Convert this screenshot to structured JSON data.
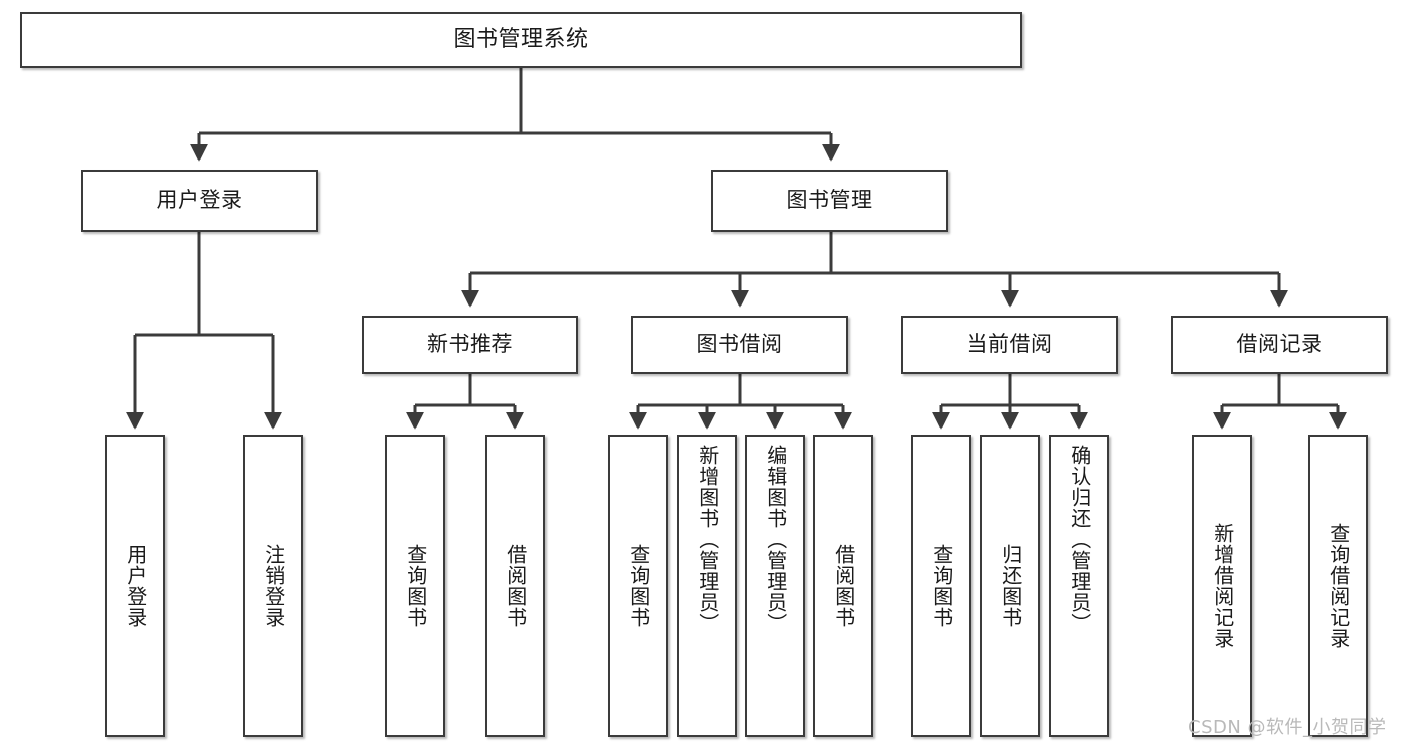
{
  "diagram": {
    "title": "图书管理系统",
    "type": "tree-hierarchy-chart",
    "root": {
      "id": "root",
      "label": "图书管理系统"
    },
    "level2": [
      {
        "id": "user-login",
        "label": "用户登录"
      },
      {
        "id": "book-management",
        "label": "图书管理"
      }
    ],
    "level3": [
      {
        "id": "new-book-recommend",
        "label": "新书推荐",
        "parent": "book-management"
      },
      {
        "id": "book-borrow",
        "label": "图书借阅",
        "parent": "book-management"
      },
      {
        "id": "current-borrow",
        "label": "当前借阅",
        "parent": "book-management"
      },
      {
        "id": "borrow-record",
        "label": "借阅记录",
        "parent": "book-management"
      }
    ],
    "leaves": [
      {
        "id": "leaf-user-login",
        "label": "用户登录",
        "parent": "user-login"
      },
      {
        "id": "leaf-logout-login",
        "label": "注销登录",
        "parent": "user-login"
      },
      {
        "id": "leaf-query-book-1",
        "label": "查询图书",
        "parent": "new-book-recommend"
      },
      {
        "id": "leaf-borrow-book-1",
        "label": "借阅图书",
        "parent": "new-book-recommend"
      },
      {
        "id": "leaf-query-book-2",
        "label": "查询图书",
        "parent": "book-borrow"
      },
      {
        "id": "leaf-add-book",
        "label": "新增图书（管理员）",
        "parent": "book-borrow"
      },
      {
        "id": "leaf-edit-book",
        "label": "编辑图书（管理员）",
        "parent": "book-borrow"
      },
      {
        "id": "leaf-borrow-book-2",
        "label": "借阅图书",
        "parent": "book-borrow"
      },
      {
        "id": "leaf-query-book-3",
        "label": "查询图书",
        "parent": "current-borrow"
      },
      {
        "id": "leaf-return-book",
        "label": "归还图书",
        "parent": "current-borrow"
      },
      {
        "id": "leaf-confirm-return",
        "label": "确认归还（管理员）",
        "parent": "current-borrow"
      },
      {
        "id": "leaf-add-record",
        "label": "新增借阅记录",
        "parent": "borrow-record"
      },
      {
        "id": "leaf-query-record",
        "label": "查询借阅记录",
        "parent": "borrow-record"
      }
    ]
  },
  "watermark": {
    "text": "CSDN @软件_小贺同学"
  },
  "colors": {
    "stroke": "#3b3b3b",
    "fill": "#ffffff",
    "text": "#1a1a1a",
    "watermark": "#b9b9b9"
  }
}
